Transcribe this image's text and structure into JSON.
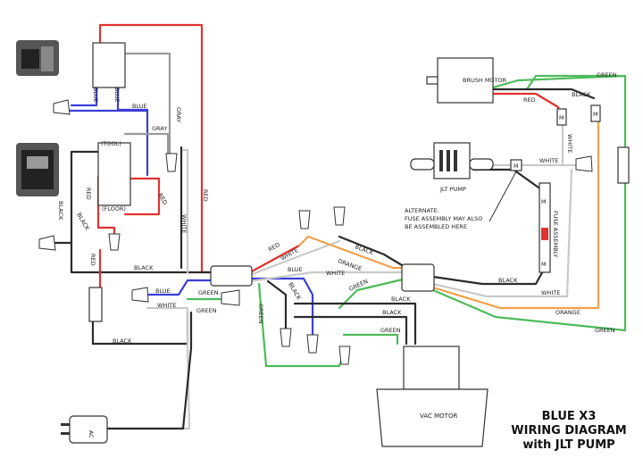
{
  "title": {
    "line1": "BLUE X3",
    "line2": "WIRING DIAGRAM",
    "line3": "with JLT PUMP"
  },
  "components": {
    "brush_motor": "BRUSH MOTOR",
    "jlt_pump": "JLT PUMP",
    "vac_motor": "VAC MOTOR",
    "tool_label": "(TOOL)",
    "floor_label": "(FLOOR)",
    "fuse_assembly": "FUSE ASSEMBLY",
    "ac_plug": "AC",
    "alternate_note": [
      "ALTERNATE:",
      "FUSE ASSEMBLY MAY ALSO",
      "BE ASSEMBLED HERE"
    ]
  },
  "wire_labels": {
    "blue": "BLUE",
    "gray": "GRAY",
    "red": "RED",
    "black": "BLACK",
    "white": "WHITE",
    "green": "GREEN",
    "orange": "ORANGE"
  },
  "connector_markers": {
    "m": "M"
  },
  "wire_colors": {
    "red": "#e0322f",
    "blue": "#3b3fd8",
    "gray": "#9a9a9a",
    "black": "#2b2b2b",
    "white": "#c9c9c9",
    "green": "#4dbb5a",
    "orange": "#f0a04a"
  }
}
